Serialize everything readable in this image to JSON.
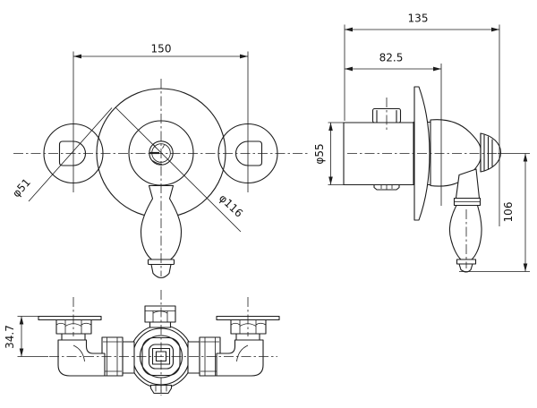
{
  "drawing": {
    "background_color": "#ffffff",
    "line_color": "#1c1c1c",
    "views": {
      "front": {
        "dim_width": "150",
        "dim_union_diameter": "φ51",
        "dim_plate_diameter": "φ116"
      },
      "side": {
        "dim_depth_total": "135",
        "dim_depth_body": "82.5",
        "dim_body_diameter": "φ55",
        "dim_handle_drop": "106"
      },
      "top": {
        "dim_wall_offset": "34.7"
      }
    }
  }
}
